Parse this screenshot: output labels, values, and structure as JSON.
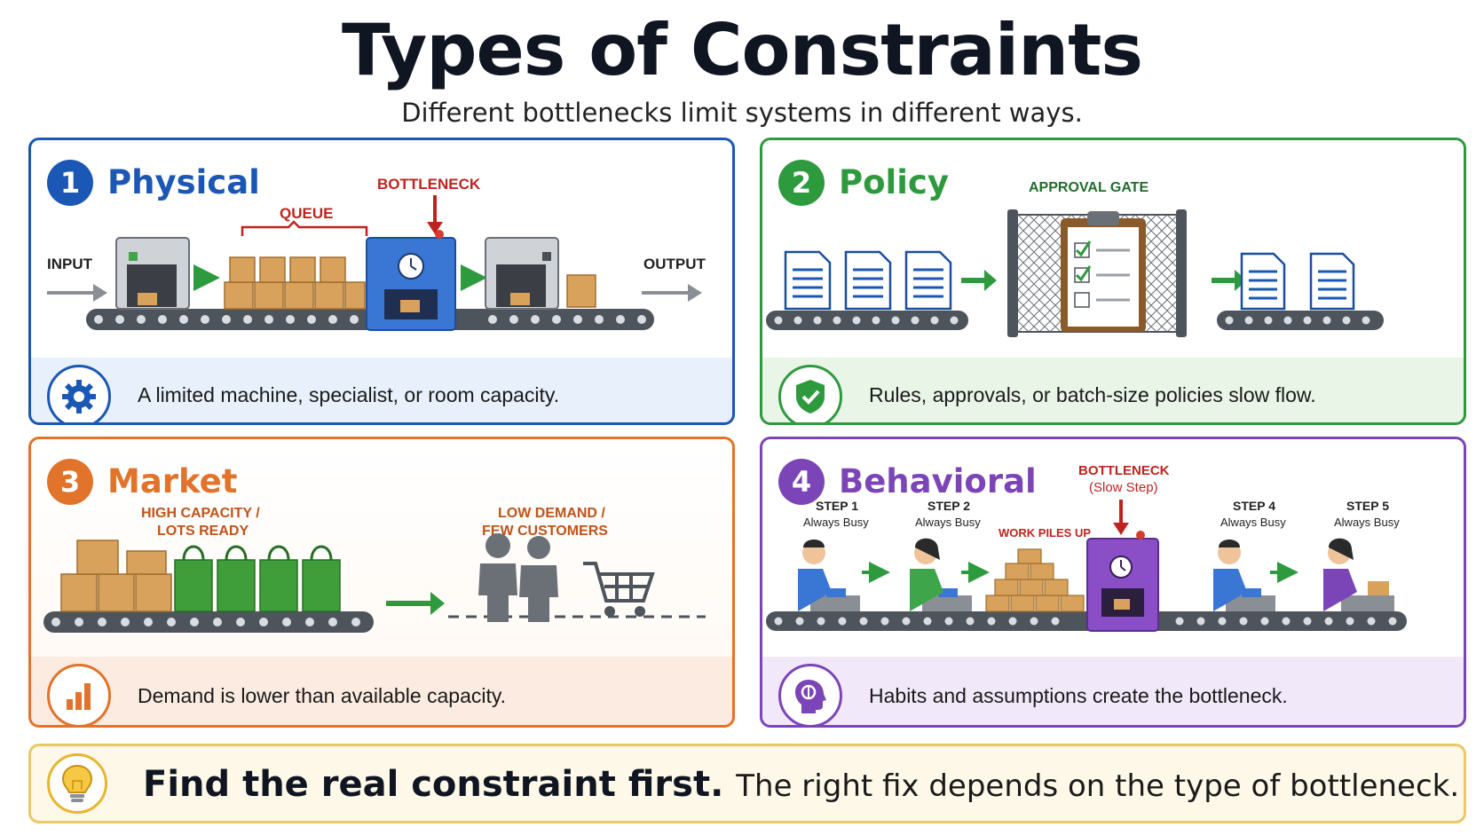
{
  "header": {
    "title": "Types of Constraints",
    "subtitle": "Different bottlenecks limit systems in different ways."
  },
  "panels": [
    {
      "number": "1",
      "title": "Physical",
      "description": "A limited machine, specialist, or room capacity.",
      "labels": {
        "input": "INPUT",
        "queue": "QUEUE",
        "bottleneck": "BOTTLENECK",
        "output": "OUTPUT"
      },
      "icon": "gear-icon",
      "color": "#1b57b4"
    },
    {
      "number": "2",
      "title": "Policy",
      "description": "Rules, approvals, or batch-size policies slow flow.",
      "labels": {
        "gate": "APPROVAL GATE"
      },
      "icon": "shield-check-icon",
      "color": "#2e9a3e"
    },
    {
      "number": "3",
      "title": "Market",
      "description": "Demand is lower than available capacity.",
      "labels": {
        "capacity_1": "HIGH CAPACITY /",
        "capacity_2": "LOTS READY",
        "demand_1": "LOW DEMAND /",
        "demand_2": "FEW CUSTOMERS"
      },
      "icon": "bar-chart-icon",
      "color": "#e2732a"
    },
    {
      "number": "4",
      "title": "Behavioral",
      "description": "Habits and assumptions create the bottleneck.",
      "labels": {
        "bottleneck": "BOTTLENECK",
        "bottleneck_sub": "(Slow Step)",
        "piles": "WORK PILES UP",
        "steps": [
          {
            "name": "STEP 1",
            "status": "Always Busy"
          },
          {
            "name": "STEP 2",
            "status": "Always Busy"
          },
          {
            "name": "STEP 4",
            "status": "Always Busy"
          },
          {
            "name": "STEP 5",
            "status": "Always Busy"
          }
        ]
      },
      "icon": "brain-head-icon",
      "color": "#7b45b8"
    }
  ],
  "footer": {
    "strong": "Find the real constraint first.",
    "rest": "The right fix depends on the type of bottleneck.",
    "icon": "lightbulb-icon"
  }
}
